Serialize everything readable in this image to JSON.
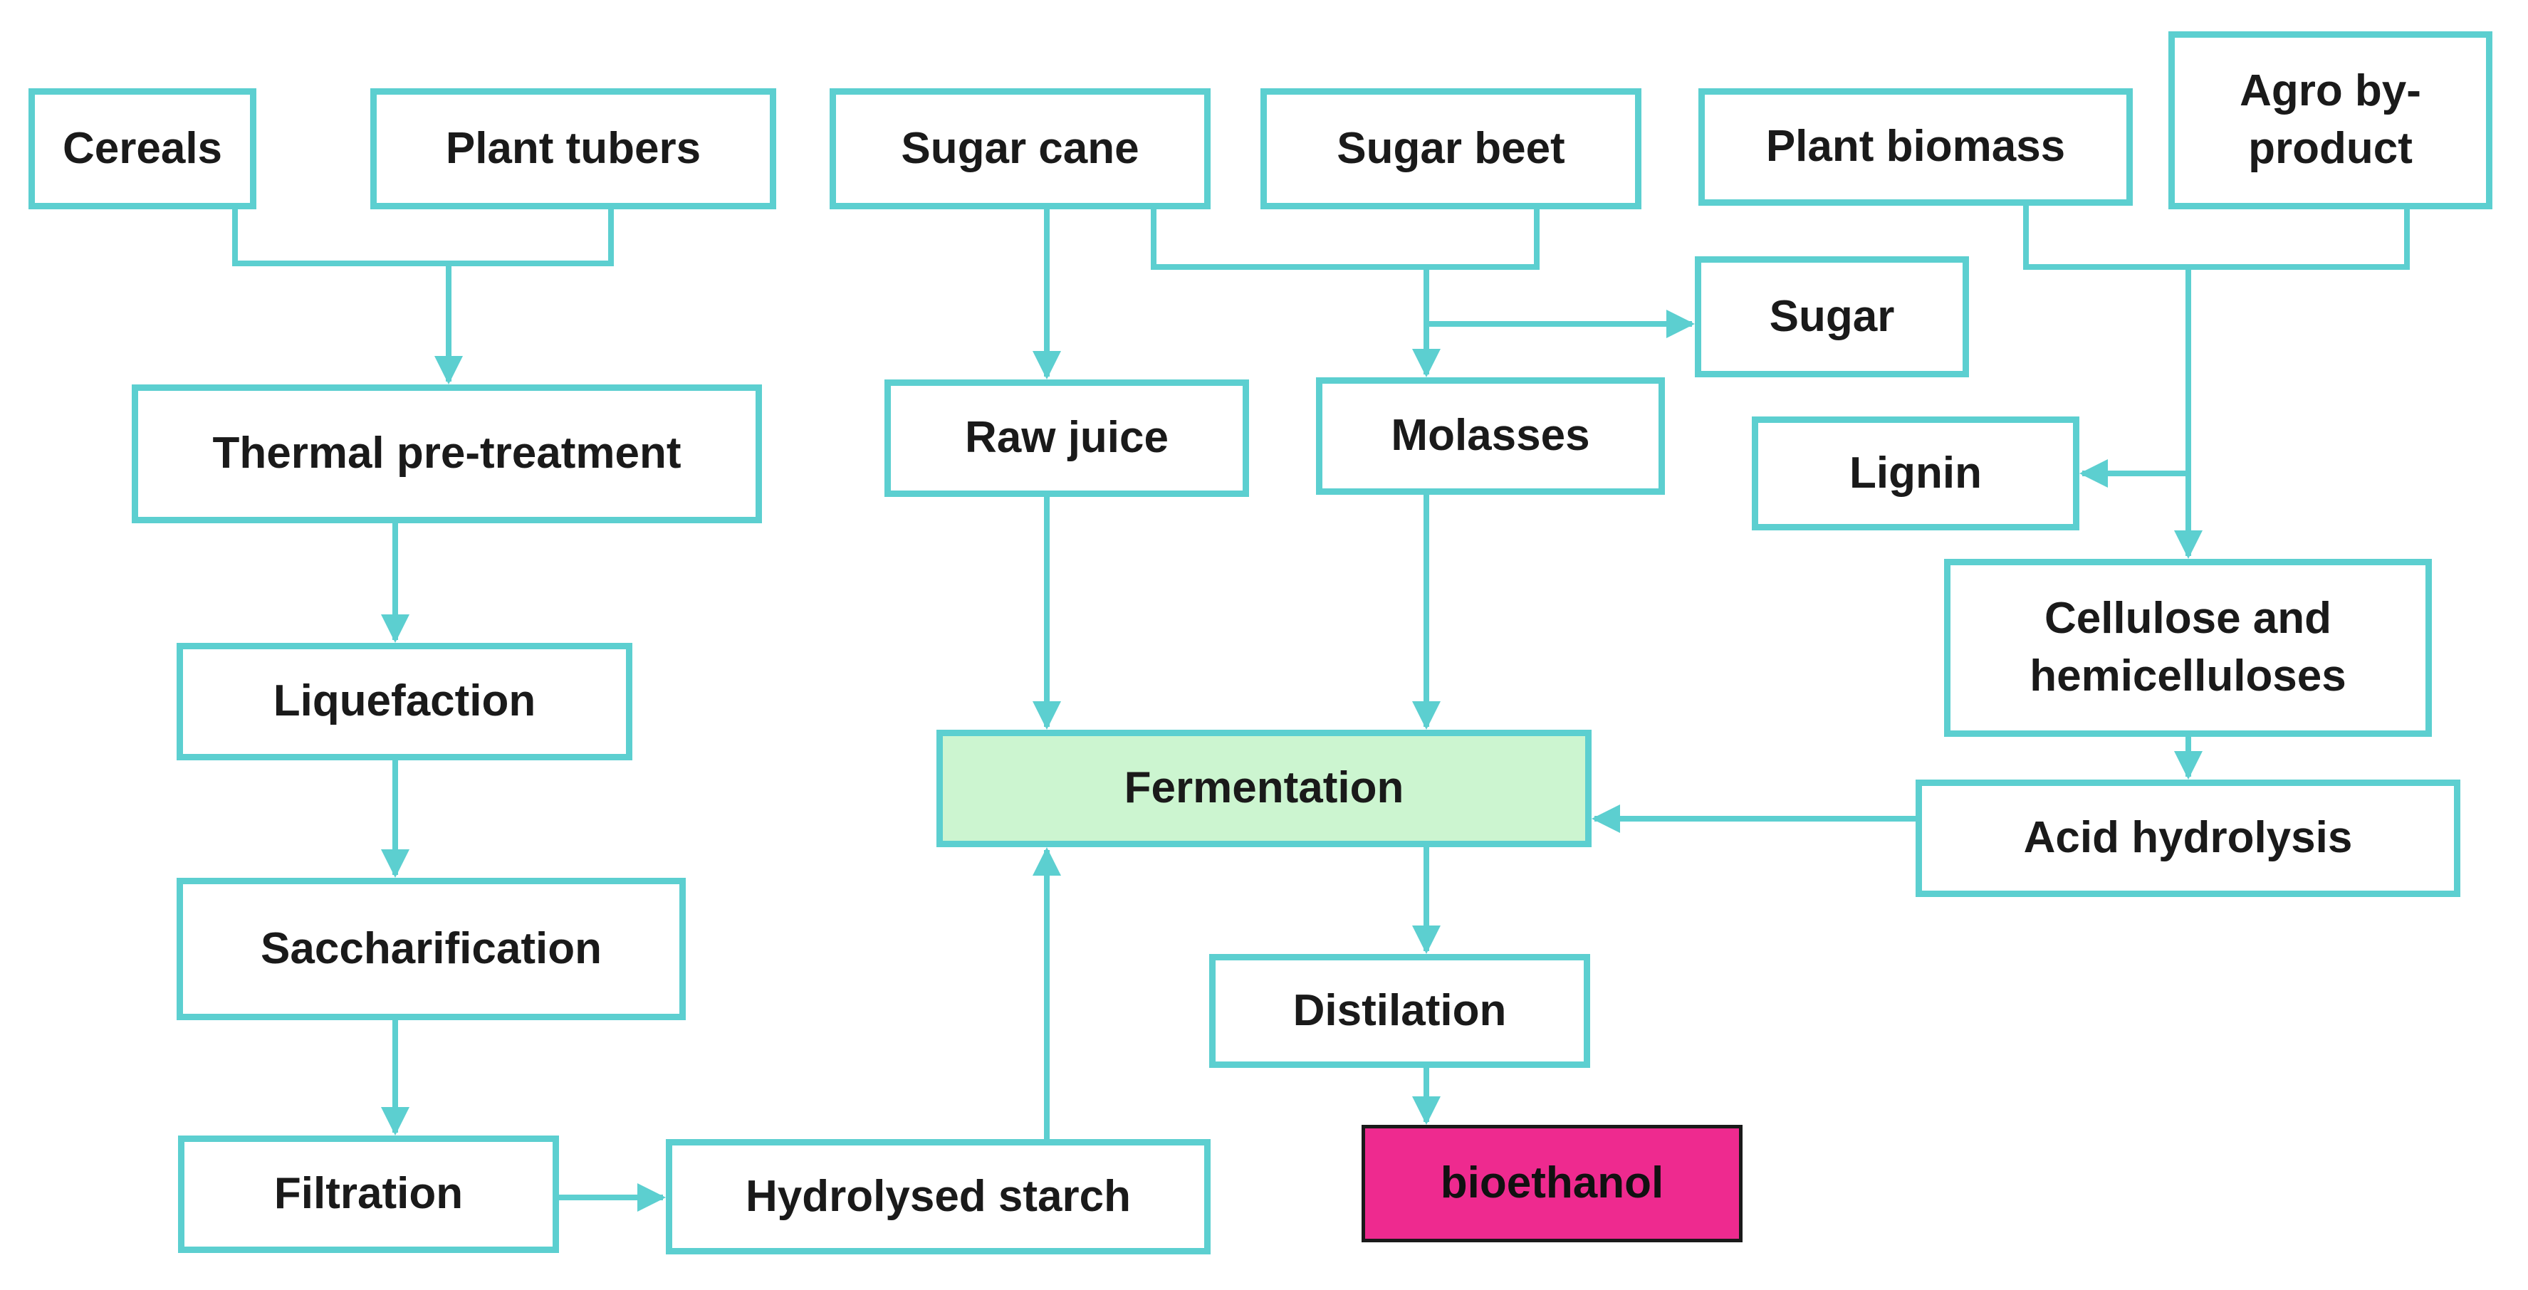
{
  "colors": {
    "connector": "#5ccfd0",
    "box_border": "#5ccfd0",
    "fermentation_fill": "#ccf5d0",
    "bioethanol_fill": "#ee2a8f"
  },
  "nodes": {
    "cereals": "Cereals",
    "plant_tubers": "Plant tubers",
    "sugar_cane": "Sugar cane",
    "sugar_beet": "Sugar beet",
    "plant_biomass": "Plant biomass",
    "agro_byproduct": [
      "Agro by-",
      "product"
    ],
    "sugar": "Sugar",
    "thermal_pretreatment": "Thermal pre-treatment",
    "raw_juice": "Raw juice",
    "molasses": "Molasses",
    "lignin": "Lignin",
    "cellulose": [
      "Cellulose and",
      "hemicelluloses"
    ],
    "liquefaction": "Liquefaction",
    "fermentation": "Fermentation",
    "acid_hydrolysis": "Acid hydrolysis",
    "saccharification": "Saccharification",
    "distilation": "Distilation",
    "filtration": "Filtration",
    "hydrolysed_starch": "Hydrolysed starch",
    "bioethanol": "bioethanol"
  },
  "edges": [
    {
      "from": [
        "cereals",
        "plant_tubers"
      ],
      "to": "thermal_pretreatment"
    },
    {
      "from": "thermal_pretreatment",
      "to": "liquefaction"
    },
    {
      "from": "liquefaction",
      "to": "saccharification"
    },
    {
      "from": "saccharification",
      "to": "filtration"
    },
    {
      "from": "filtration",
      "to": "hydrolysed_starch"
    },
    {
      "from": "hydrolysed_starch",
      "to": "fermentation"
    },
    {
      "from": "sugar_cane",
      "to": "raw_juice"
    },
    {
      "from": [
        "sugar_cane",
        "sugar_beet"
      ],
      "to": "molasses"
    },
    {
      "from": [
        "sugar_cane",
        "sugar_beet"
      ],
      "to": "sugar"
    },
    {
      "from": "raw_juice",
      "to": "fermentation"
    },
    {
      "from": "molasses",
      "to": "fermentation"
    },
    {
      "from": [
        "plant_biomass",
        "agro_byproduct"
      ],
      "to": "cellulose"
    },
    {
      "from": [
        "plant_biomass",
        "agro_byproduct"
      ],
      "to": "lignin"
    },
    {
      "from": "cellulose",
      "to": "acid_hydrolysis"
    },
    {
      "from": "acid_hydrolysis",
      "to": "fermentation"
    },
    {
      "from": "fermentation",
      "to": "distilation"
    },
    {
      "from": "distilation",
      "to": "bioethanol"
    }
  ]
}
